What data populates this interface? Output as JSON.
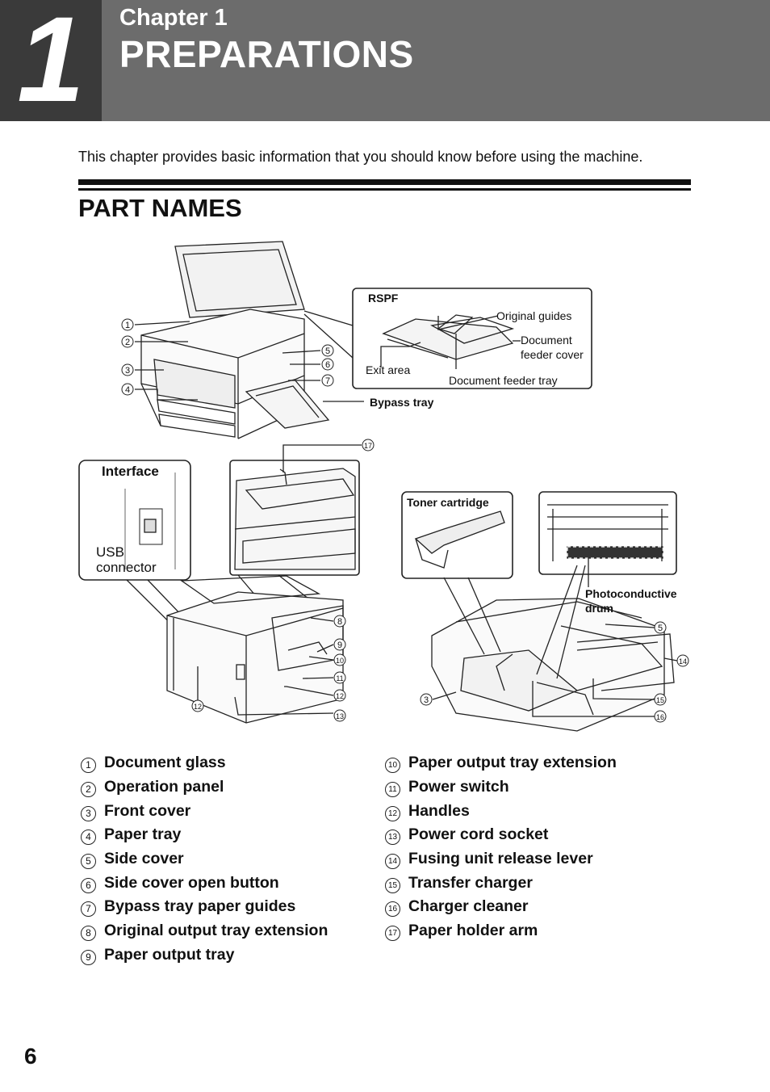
{
  "header": {
    "chapter_number": "1",
    "chapter_label": "Chapter 1",
    "chapter_title": "PREPARATIONS"
  },
  "intro": "This chapter provides basic information that you should know before using the machine.",
  "section_title": "PART NAMES",
  "figure": {
    "callouts": {
      "rspf": "RSPF",
      "original_guides": "Original guides",
      "document_feeder_cover_1": "Document",
      "document_feeder_cover_2": "feeder cover",
      "exit_area": "Exit area",
      "document_feeder_tray": "Document feeder tray",
      "bypass_tray": "Bypass tray",
      "interface": "Interface",
      "usb_connector_1": "USB",
      "usb_connector_2": "connector",
      "toner_cartridge": "Toner cartridge",
      "photoconductive_drum_1": "Photoconductive",
      "photoconductive_drum_2": "drum"
    },
    "circled_numbers": [
      "1",
      "2",
      "3",
      "4",
      "5",
      "6",
      "7",
      "8",
      "9",
      "10",
      "11",
      "12",
      "13",
      "14",
      "15",
      "16",
      "17"
    ]
  },
  "parts_left": [
    {
      "num": "1",
      "name": "Document glass"
    },
    {
      "num": "2",
      "name": "Operation panel"
    },
    {
      "num": "3",
      "name": "Front cover"
    },
    {
      "num": "4",
      "name": "Paper tray"
    },
    {
      "num": "5",
      "name": "Side cover"
    },
    {
      "num": "6",
      "name": "Side cover open button"
    },
    {
      "num": "7",
      "name": "Bypass tray paper guides"
    },
    {
      "num": "8",
      "name": "Original output tray extension"
    },
    {
      "num": "9",
      "name": "Paper output tray"
    }
  ],
  "parts_right": [
    {
      "num": "10",
      "name": "Paper output tray extension"
    },
    {
      "num": "11",
      "name": "Power switch"
    },
    {
      "num": "12",
      "name": "Handles"
    },
    {
      "num": "13",
      "name": "Power cord socket"
    },
    {
      "num": "14",
      "name": "Fusing unit release lever"
    },
    {
      "num": "15",
      "name": "Transfer charger"
    },
    {
      "num": "16",
      "name": "Charger cleaner"
    },
    {
      "num": "17",
      "name": "Paper holder arm"
    }
  ],
  "page_number": "6"
}
